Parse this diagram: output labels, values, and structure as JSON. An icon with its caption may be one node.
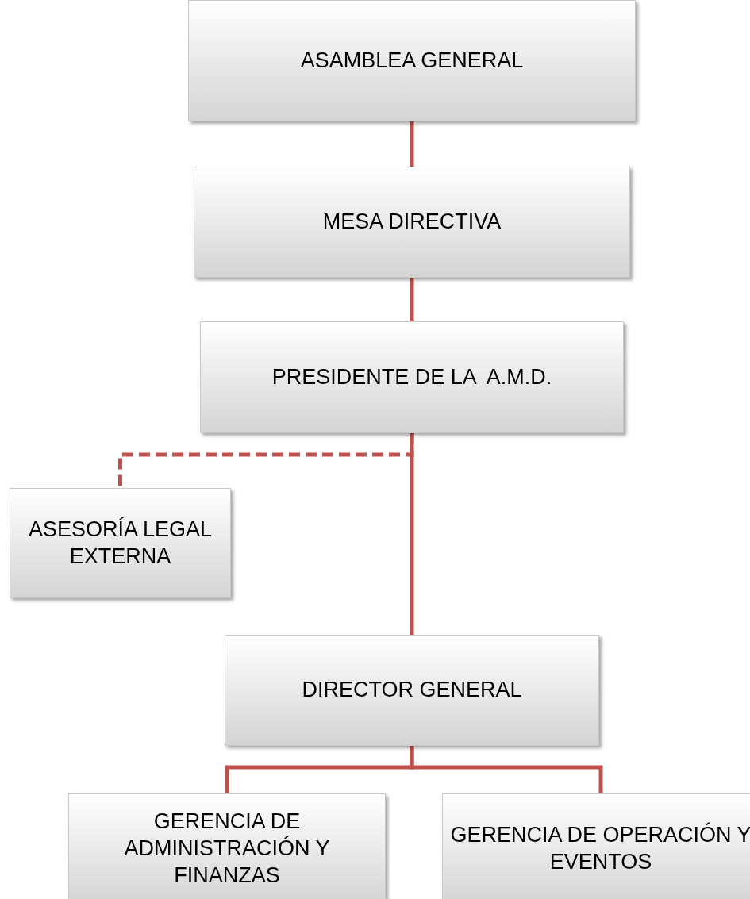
{
  "diagram": {
    "nodes": [
      {
        "text": [
          "ASAMBLEA GENERAL"
        ]
      },
      {
        "text": [
          "MESA DIRECTIVA"
        ]
      },
      {
        "text": [
          "PRESIDENTE DE LA  A.M.D."
        ]
      },
      {
        "text": [
          "ASESORÍA LEGAL EXTERNA"
        ]
      },
      {
        "text": [
          "DIRECTOR GENERAL"
        ]
      },
      {
        "text": [
          "GERENCIA DE ADMINISTRACIÓN Y FINANZAS"
        ]
      },
      {
        "text": [
          "GERENCIA DE OPERACIÓN Y EVENTOS"
        ]
      }
    ],
    "edges": [
      {
        "from": 0,
        "to": 1,
        "arrow": "none"
      },
      {
        "from": 1,
        "to": 2,
        "arrow": "none"
      },
      {
        "from": 2,
        "to": 4,
        "arrow": "none"
      },
      {
        "from": 2,
        "to": 3,
        "arrow": "none",
        "style": "dashed"
      },
      {
        "from": 4,
        "to": 5,
        "arrow": "none"
      },
      {
        "from": 4,
        "to": 6,
        "arrow": "none"
      }
    ]
  }
}
